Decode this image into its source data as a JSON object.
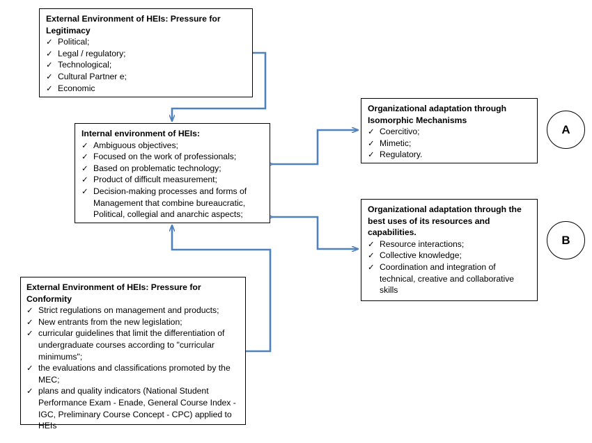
{
  "boxes": {
    "legitimacy": {
      "title": "External Environment of HEIs: Pressure for Legitimacy",
      "items": [
        "Political;",
        "Legal / regulatory;",
        "Technological;",
        "Cultural Partner e;",
        "Economic"
      ]
    },
    "internal": {
      "title": "Internal environment of HEIs:",
      "items": [
        "Ambiguous objectives;",
        "Focused on the work of professionals;",
        "Based on problematic technology;",
        "Product of difficult measurement;",
        "Decision-making processes and forms of Management that combine bureaucratic, Political, collegial and anarchic aspects;"
      ]
    },
    "isomorphic": {
      "title": "Organizational adaptation through Isomorphic Mechanisms",
      "items": [
        "Coercitivo;",
        "Mimetic;",
        "Regulatory."
      ]
    },
    "resources": {
      "title": "Organizational adaptation through the best uses of its resources and capabilities.",
      "items": [
        "Resource interactions;",
        "Collective knowledge;",
        " Coordination and integration of technical, creative and collaborative skills"
      ]
    },
    "conformity": {
      "title": "External Environment of HEIs: Pressure for Conformity",
      "items": [
        "Strict regulations on management and products;",
        "New entrants from the new legislation;",
        "curricular guidelines that limit the differentiation of undergraduate courses according to \"curricular minimums\";",
        "the evaluations and classifications promoted by the MEC;",
        "plans and quality indicators (National Student Performance Exam - Enade, General Course Index - IGC, Preliminary Course Concept - CPC) applied to HEIs"
      ]
    }
  },
  "markers": {
    "a": "A",
    "b": "B"
  },
  "colors": {
    "connector": "#4f81bd",
    "border": "#000000"
  }
}
